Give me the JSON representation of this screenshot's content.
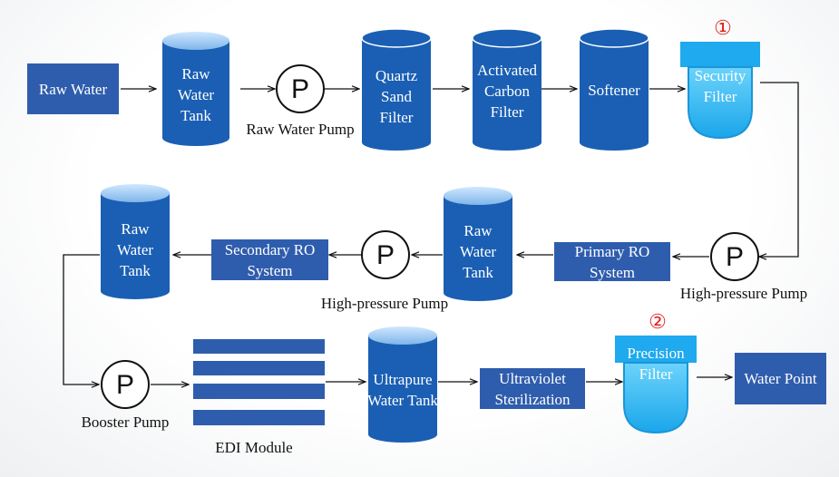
{
  "colors": {
    "tank_blue": "#1a5fb4",
    "box_blue": "#2f5dad",
    "filter_blue": "#23b1ee",
    "marker_red": "#e0201b"
  },
  "nodes": {
    "raw_water": "Raw Water",
    "raw_water_tank_1": "Raw Water Tank",
    "raw_water_pump": "Raw Water Pump",
    "quartz_sand_filter": "Quartz Sand Filter",
    "activated_carbon_filter": "Activated Carbon Filter",
    "softener": "Softener",
    "security_filter": "Security Filter",
    "security_filter_marker": "①",
    "high_pressure_pump_1": "High-pressure Pump",
    "primary_ro_system": "Primary RO System",
    "raw_water_tank_2": "Raw Water Tank",
    "high_pressure_pump_2": "High-pressure Pump",
    "secondary_ro_system": "Secondary RO System",
    "raw_water_tank_3": "Raw Water Tank",
    "booster_pump": "Booster Pump",
    "edi_module": "EDI Module",
    "ultrapure_water_tank": "Ultrapure Water Tank",
    "ultraviolet_sterilization": "Ultraviolet Sterilization",
    "precision_filter": "Precision Filter",
    "precision_filter_marker": "②",
    "water_point": "Water Point",
    "pump_symbol": "P"
  }
}
